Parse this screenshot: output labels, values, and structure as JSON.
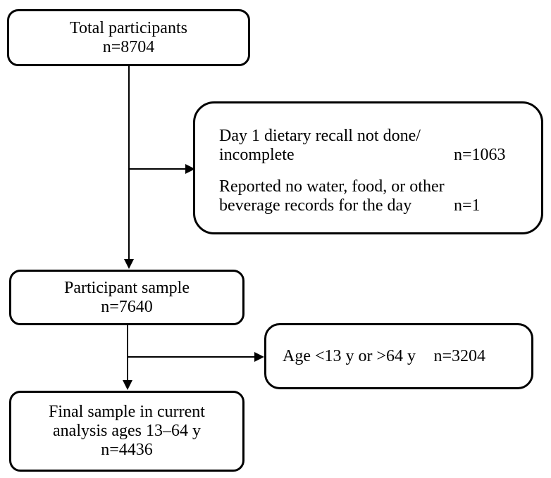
{
  "figure": {
    "type": "participant-flow-diagram",
    "colors": {
      "background": "#ffffff",
      "box_border": "#000000",
      "box_fill": "#ffffff",
      "text": "#000000",
      "connector": "#000000"
    }
  },
  "flowchart": {
    "boxes": {
      "total_participants": {
        "label": "Total participants",
        "count": "n=8704"
      },
      "exclusion_dietary": {
        "entries": [
          {
            "line1": "Day 1 dietary recall not done/",
            "line2": "incomplete",
            "count": "n=1063"
          },
          {
            "line1": "Reported no water, food, or other",
            "line2": "beverage records for the day",
            "count": "n=1"
          }
        ]
      },
      "participant_sample": {
        "label": "Participant sample",
        "count": "n=7640"
      },
      "exclusion_age": {
        "label": "Age <13 y or >64 y",
        "count": "n=3204"
      },
      "final_sample": {
        "label_line1": "Final sample in current",
        "label_line2": "analysis ages 13–64 y",
        "count": "n=4436"
      }
    }
  }
}
